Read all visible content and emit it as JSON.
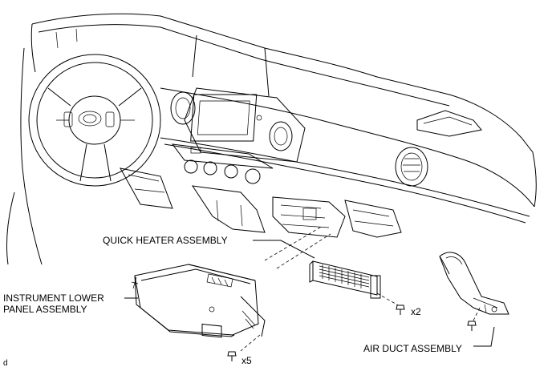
{
  "labels": {
    "quick_heater": "QUICK HEATER ASSEMBLY",
    "instrument_line1": "INSTRUMENT LOWER",
    "instrument_line2": "PANEL ASSEMBLY",
    "air_duct": "AIR DUCT ASSEMBLY",
    "qty_x2": "x2",
    "qty_x5": "x5",
    "corner_mark": "d"
  }
}
